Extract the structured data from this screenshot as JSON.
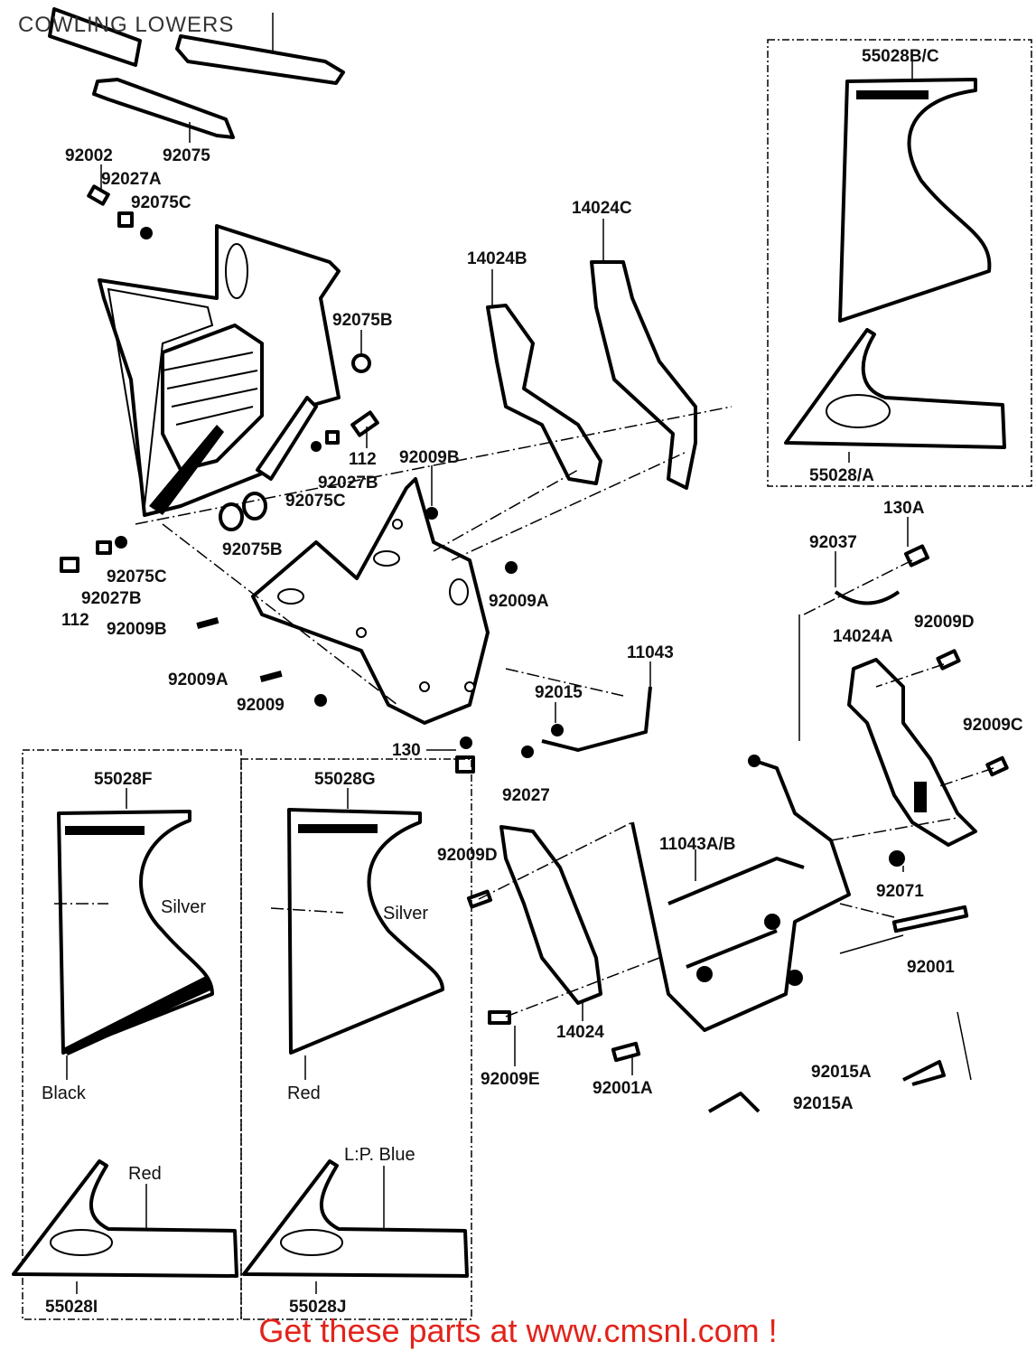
{
  "header": {
    "title": "COWLING LOWERS"
  },
  "footer": {
    "text": "Get these parts at www.cmsnl.com !"
  },
  "colors": {
    "footer_text": "#e2231a"
  },
  "part_numbers": [
    "92002",
    "92075",
    "92027A",
    "92075C",
    "92075B",
    "112",
    "92027B",
    "92075C",
    "92009B",
    "92075B",
    "92075C",
    "92027B",
    "112",
    "92009B",
    "14024B",
    "14024C",
    "92009A",
    "92009A",
    "92009",
    "92015",
    "11043",
    "130",
    "92027",
    "55028B/C",
    "55028/A",
    "130A",
    "92037",
    "92009D",
    "14024A",
    "92009C",
    "55028F",
    "55028G",
    "92009D",
    "11043A/B",
    "92071",
    "92001",
    "14024",
    "92009E",
    "92001A",
    "92015A",
    "92015A",
    "55028I",
    "55028J"
  ],
  "color_notes": [
    "Silver",
    "Silver",
    "Black",
    "Red",
    "Red",
    "L:P. Blue"
  ]
}
